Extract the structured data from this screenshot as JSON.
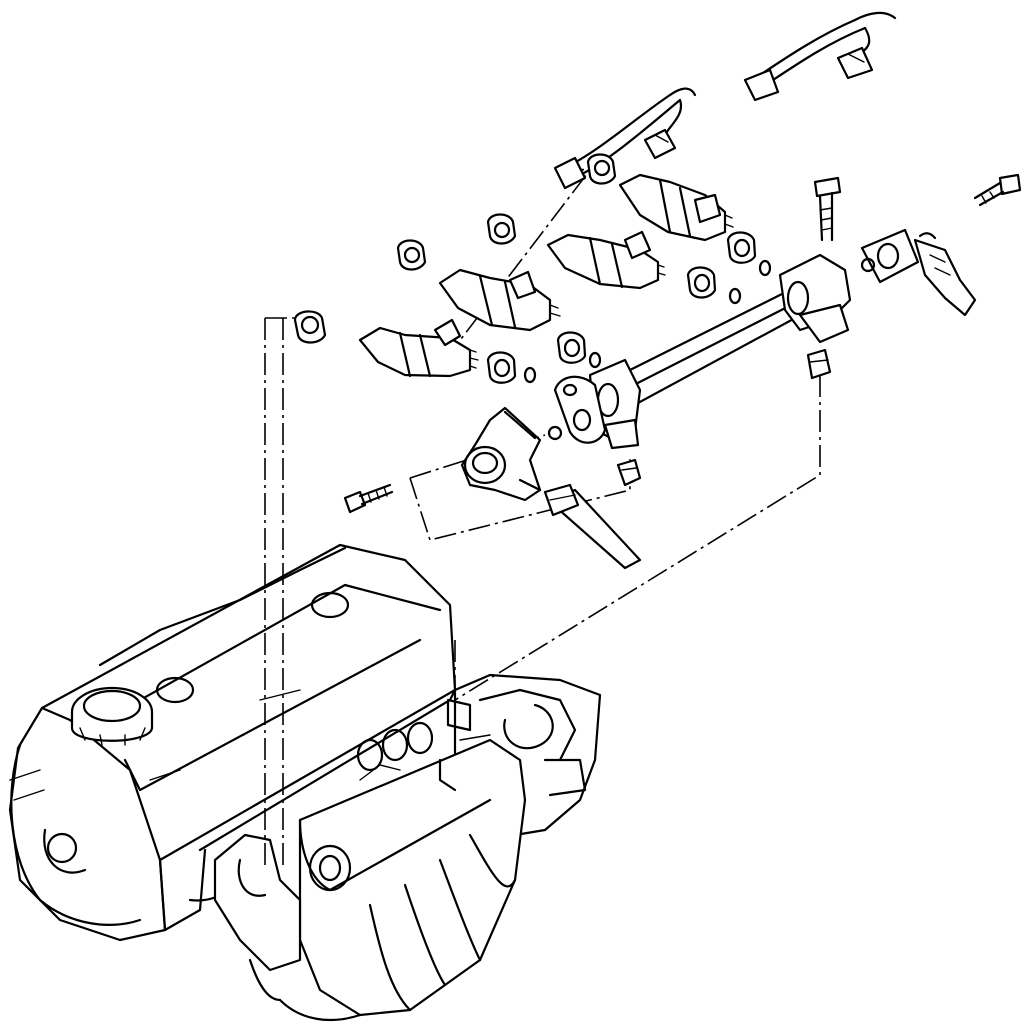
{
  "diagram": {
    "components": [
      {
        "id": "engine-block",
        "kind": "engine"
      },
      {
        "id": "oil-filler-cap",
        "kind": "cap"
      },
      {
        "id": "intake-manifold",
        "kind": "manifold"
      },
      {
        "id": "fuel-rail",
        "kind": "rail"
      },
      {
        "id": "fuel-injector-1",
        "kind": "injector"
      },
      {
        "id": "fuel-injector-2",
        "kind": "injector"
      },
      {
        "id": "fuel-injector-3",
        "kind": "injector"
      },
      {
        "id": "fuel-injector-4",
        "kind": "injector"
      },
      {
        "id": "injector-harness-left",
        "kind": "wiring"
      },
      {
        "id": "injector-harness-right",
        "kind": "wiring"
      },
      {
        "id": "fuel-pressure-regulator",
        "kind": "regulator"
      },
      {
        "id": "vacuum-hose",
        "kind": "hose"
      },
      {
        "id": "oxygen-sensor",
        "kind": "sensor"
      },
      {
        "id": "rail-mounting-bolt",
        "kind": "bolt"
      },
      {
        "id": "regulator-bolt",
        "kind": "bolt"
      },
      {
        "id": "sensor-bolt",
        "kind": "bolt"
      }
    ],
    "labels": []
  }
}
